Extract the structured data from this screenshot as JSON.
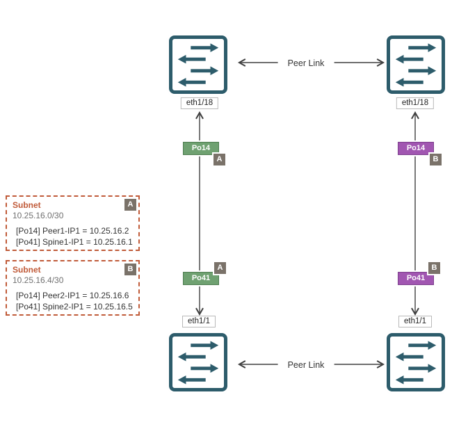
{
  "colors": {
    "teal": "#2d5c6b",
    "line": "#3f3f3f",
    "green_fill": "#6fa171",
    "green_border": "#4e7d50",
    "purple_fill": "#a156b1",
    "purple_border": "#7d3f8d",
    "badge_bg": "#7a7269",
    "orange": "#c05a38"
  },
  "ports": {
    "top_left": "eth1/18",
    "top_right": "eth1/18",
    "bottom_left": "eth1/1",
    "bottom_right": "eth1/1"
  },
  "peer_links": {
    "top": "Peer Link",
    "bottom": "Peer Link"
  },
  "port_channels": {
    "left_top": {
      "label": "Po14",
      "badge": "A"
    },
    "left_bottom": {
      "label": "Po41",
      "badge": "A"
    },
    "right_top": {
      "label": "Po14",
      "badge": "B"
    },
    "right_bottom": {
      "label": "Po41",
      "badge": "B"
    }
  },
  "subnets": [
    {
      "badge": "A",
      "title": "Subnet",
      "cidr": "10.25.16.0/30",
      "lines": [
        "[Po14] Peer1-IP1 = 10.25.16.2",
        "[Po41] Spine1-IP1 = 10.25.16.1"
      ]
    },
    {
      "badge": "B",
      "title": "Subnet",
      "cidr": "10.25.16.4/30",
      "lines": [
        "[Po14] Peer2-IP1 = 10.25.16.6",
        "[Po41] Spine2-IP1 = 10.25.16.5"
      ]
    }
  ]
}
